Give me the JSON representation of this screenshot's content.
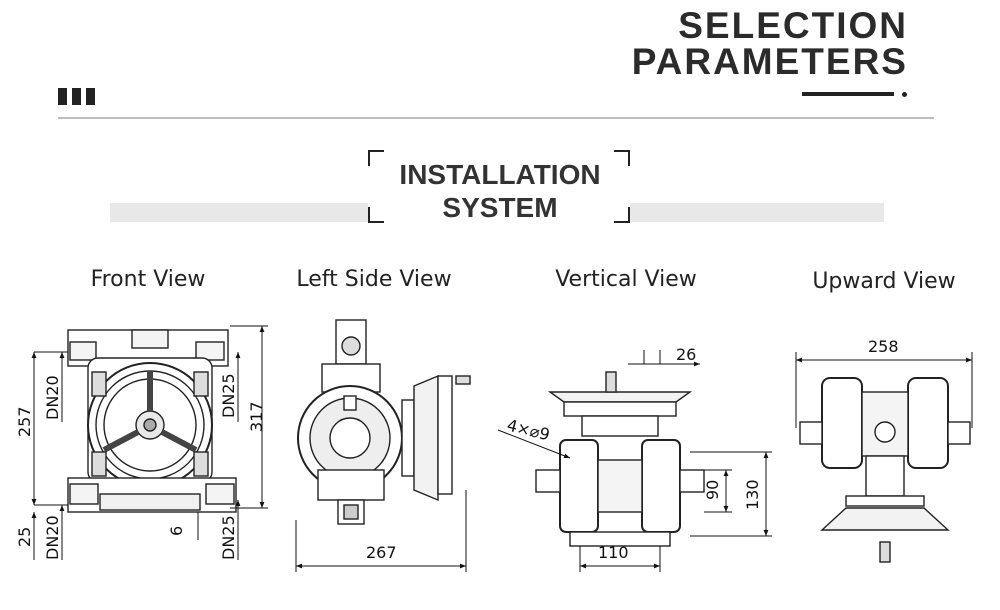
{
  "header": {
    "title_line1": "SELECTION",
    "title_line2": "PARAMETERS"
  },
  "section": {
    "title_line1": "INSTALLATION",
    "title_line2": "SYSTEM"
  },
  "views": {
    "front": {
      "label": "Front View",
      "dims": {
        "height_total": "257",
        "height_outer": "317",
        "inlet": "DN20",
        "outlet": "DN25",
        "bottom_inlet": "DN20",
        "bottom_outlet": "DN25",
        "base": "25",
        "offset": "6"
      }
    },
    "left": {
      "label": "Left Side View",
      "dims": {
        "width": "267"
      }
    },
    "vertical": {
      "label": "Vertical View",
      "dims": {
        "top": "26",
        "holes": "4×⌀9",
        "bolt_spacing": "110",
        "height_inner": "90",
        "height_outer": "130"
      }
    },
    "upward": {
      "label": "Upward View",
      "dims": {
        "width": "258"
      }
    }
  }
}
